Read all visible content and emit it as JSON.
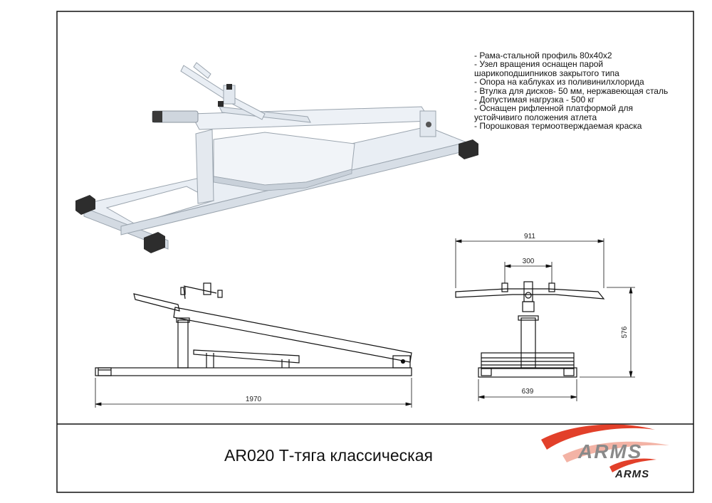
{
  "specs": [
    "- Рама-стальной профиль 80х40х2",
    "- Узел вращения оснащен парой",
    "шарикоподшипников закрытого типа",
    "- Опора на каблуках из поливинилхлорида",
    "- Втулка для дисков- 50 мм, нержавеющая сталь",
    "- Допустимая нагрузка - 500 кг",
    "- Оснащен рифленной платформой для",
    "устойчивиго положения атлета",
    "- Порошковая термоотверждаемая краска"
  ],
  "title": "AR020 Т-тяга классическая",
  "dimensions": {
    "length": "1970",
    "width_top": "911",
    "grip_spacing": "300",
    "height": "576",
    "base_width": "639"
  },
  "brand": {
    "logo_top": "ARMS",
    "logo_bottom": "ARMS",
    "accent_color": "#e2402a",
    "secondary_color": "#8a8a8a"
  }
}
